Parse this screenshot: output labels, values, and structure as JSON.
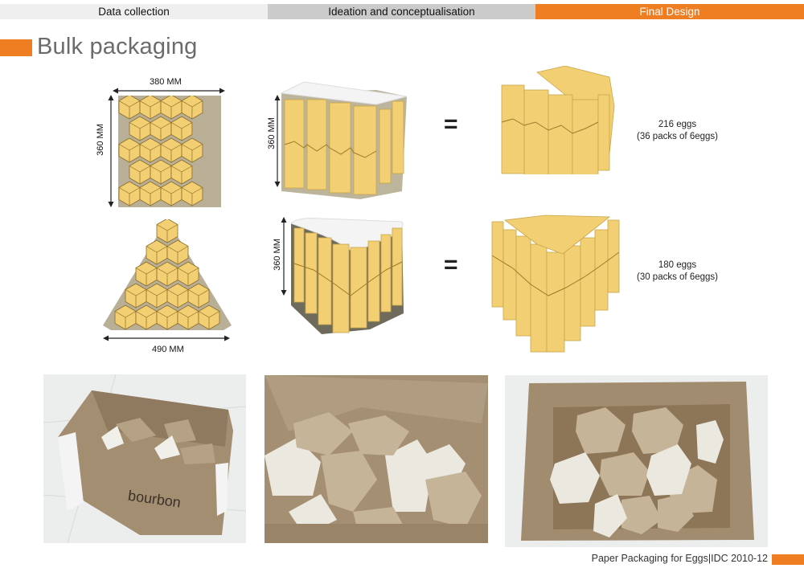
{
  "tabs": [
    {
      "label": "Data collection",
      "state": "inactive"
    },
    {
      "label": "Ideation and conceptualisation",
      "state": "inactive"
    },
    {
      "label": "Final Design",
      "state": "active"
    }
  ],
  "colors": {
    "accent": "#ef7d22",
    "tab_light": "#efefef",
    "tab_mid": "#cbcbcb",
    "honeycomb": "#f2cf72"
  },
  "page_title": "Bulk packaging",
  "rows": [
    {
      "shape": "rectangular",
      "plan_width": "380 MM",
      "plan_height": "360 MM",
      "box_height": "360 MM",
      "equals": "=",
      "eggs": "216 eggs",
      "packs": "(36 packs of 6eggs)"
    },
    {
      "shape": "triangular",
      "plan_width": "490 MM",
      "box_height": "360 MM",
      "equals": "=",
      "eggs": "180 eggs",
      "packs": "(30 packs of 6eggs)"
    }
  ],
  "photos": [
    {
      "label": "Cardboard bourbon box with packs, side view"
    },
    {
      "label": "Open box with packs, angled top view"
    },
    {
      "label": "Open box with packs, top-down view"
    }
  ],
  "photo_box_brand": "bourbon",
  "footer": {
    "text": "Paper Packaging for Eggs|IDC 2010-12"
  }
}
